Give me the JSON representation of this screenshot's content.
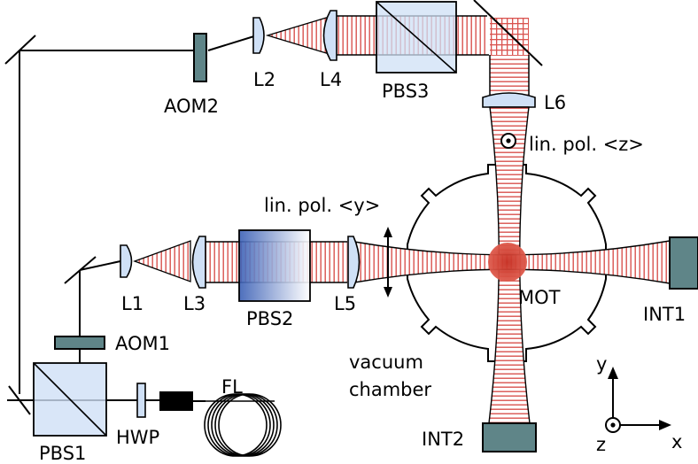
{
  "labels": {
    "aom2": "AOM2",
    "l2": "L2",
    "l4": "L4",
    "pbs3": "PBS3",
    "l6": "L6",
    "lin_pol_z": "lin. pol. <z>",
    "lin_pol_y": "lin. pol. <y>",
    "l1": "L1",
    "l3": "L3",
    "pbs2": "PBS2",
    "l5": "L5",
    "mot": "MOT",
    "int1": "INT1",
    "aom1": "AOM1",
    "vacuum": "vacuum",
    "chamber": "chamber",
    "int2": "INT2",
    "pbs1": "PBS1",
    "hwp": "HWP",
    "fl": "FL",
    "axis_x": "x",
    "axis_y": "y",
    "axis_z": "z"
  },
  "colors": {
    "beam_hatch": "#d9534f",
    "lens_fill": "#cfe0f6",
    "aom_fill": "#5f8588",
    "int_fill": "#5f8588",
    "cube_fill": "#cfe0f6",
    "pbs2_gradient": [
      "#3a5fb5",
      "#ffffff"
    ],
    "mot": "#d0382b"
  }
}
